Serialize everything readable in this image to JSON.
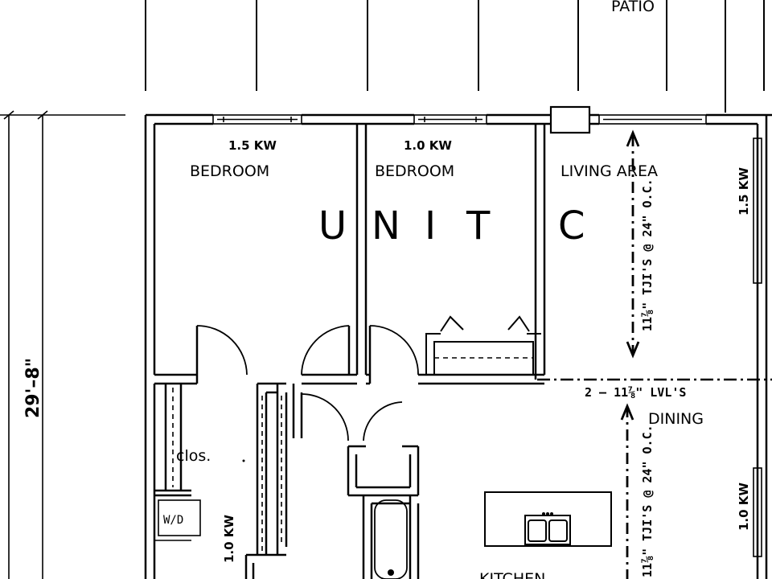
{
  "title_letters": [
    "U",
    "N",
    "I",
    "T",
    "C"
  ],
  "rooms": {
    "patio": "PATIO",
    "bedroom_left": "BEDROOM",
    "bedroom_mid": "BEDROOM",
    "living": "LIVING AREA",
    "dining": "DINING",
    "kitchen": "KITCHEN",
    "closet": "clos.",
    "washer_dryer": "W/D"
  },
  "heaters": {
    "bedroom_left": "1.5 KW",
    "bedroom_mid": "1.0 KW",
    "living": "1.5 KW",
    "dining": "1.0 KW",
    "hall": "1.0 KW"
  },
  "structural": {
    "joists_upper": "11⅞\" TJI'S @ 24\" O.C.",
    "joists_lower": "11⅞\" TJI'S @ 24\" O.C.",
    "beam": "2 – 11⅞\" LVL'S"
  },
  "dimension": "29'–8\"",
  "colors": {
    "line": "#000000",
    "background": "#ffffff"
  }
}
